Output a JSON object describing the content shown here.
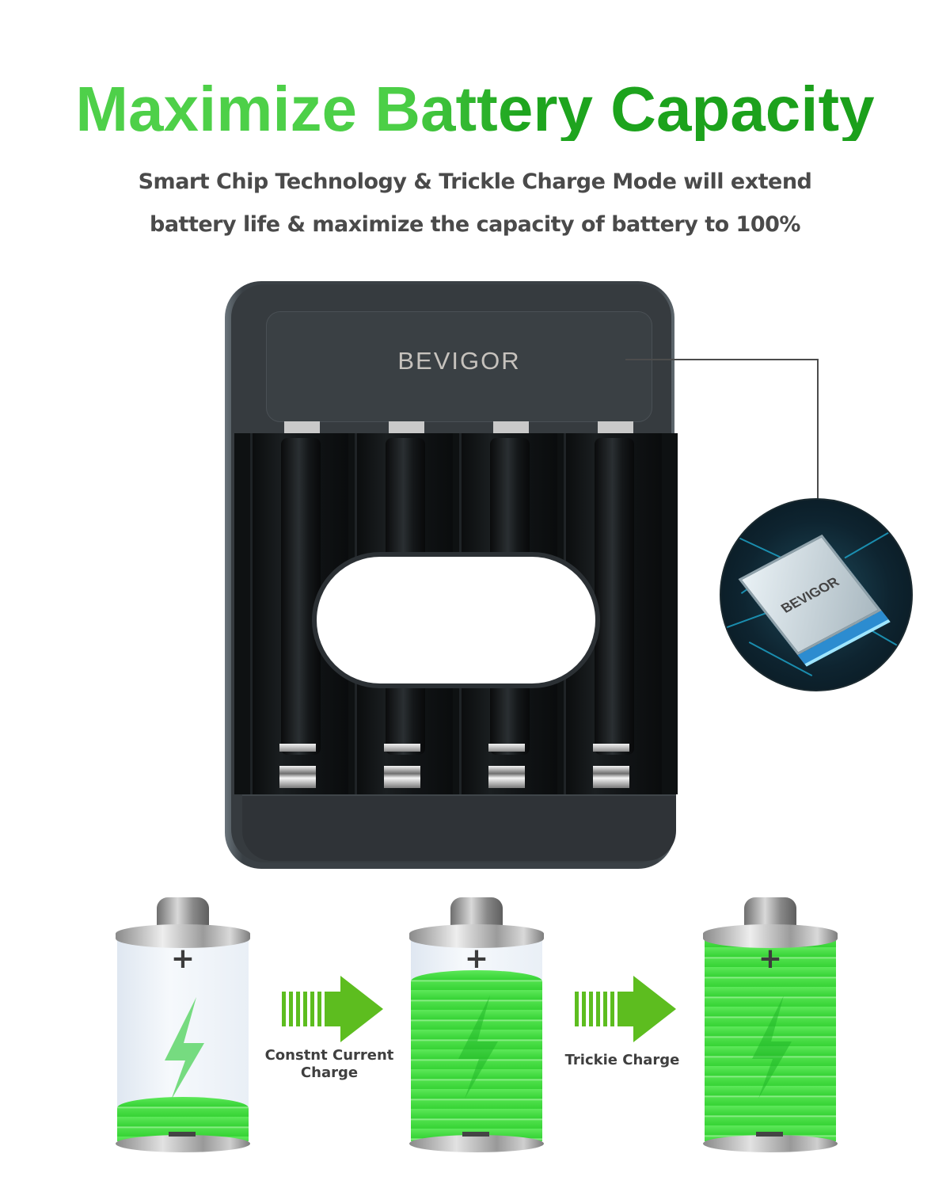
{
  "header": {
    "title": "Maximize Battery Capacity",
    "subtitle_line1": "Smart Chip Technology & Trickle Charge Mode will extend",
    "subtitle_line2": "battery life & maximize the capacity of battery to 100%"
  },
  "charger": {
    "brand": "BEVIGOR",
    "slot_count": 4,
    "led_count": 4,
    "led_color": "#c9c9c9"
  },
  "chip_callout": {
    "chip_label": "BEVIGOR",
    "accent": "#1fb0d8"
  },
  "charge_stages": {
    "batteries": [
      {
        "state": "low",
        "fill_percent": 10
      },
      {
        "state": "charging",
        "fill_percent": 78
      },
      {
        "state": "full",
        "fill_percent": 100
      }
    ],
    "arrows": [
      {
        "label_line1": "Constnt Current",
        "label_line2": "Charge"
      },
      {
        "label_line1": "Trickie Charge",
        "label_line2": ""
      }
    ],
    "plus_symbol": "+",
    "accent_green": "#3fd23a",
    "arrow_green": "#5dbd1f"
  }
}
